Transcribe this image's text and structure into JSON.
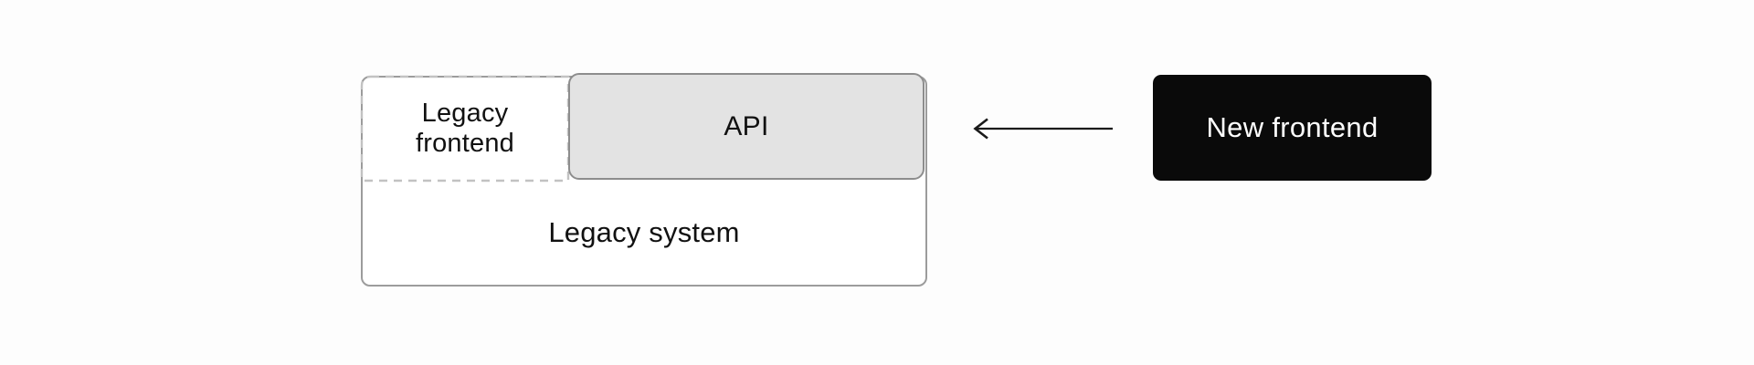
{
  "diagram": {
    "legacy_system": {
      "label": "Legacy system"
    },
    "legacy_frontend": {
      "label": "Legacy frontend"
    },
    "api": {
      "label": "API"
    },
    "new_frontend": {
      "label": "New frontend"
    },
    "arrow": {
      "icon": "arrow-left-icon",
      "direction": "left",
      "from": "New frontend",
      "to": "API"
    },
    "colors": {
      "background": "#fdfdfd",
      "box_fill": "#ffffff",
      "box_border": "#9c9c9c",
      "dashed_border": "#c2c2c2",
      "api_fill": "#e3e3e3",
      "api_border": "#8d8d8d",
      "new_frontend_fill": "#0a0a0a",
      "new_frontend_text": "#ffffff",
      "arrow_color": "#1a1a1a",
      "text": "#111111"
    }
  }
}
